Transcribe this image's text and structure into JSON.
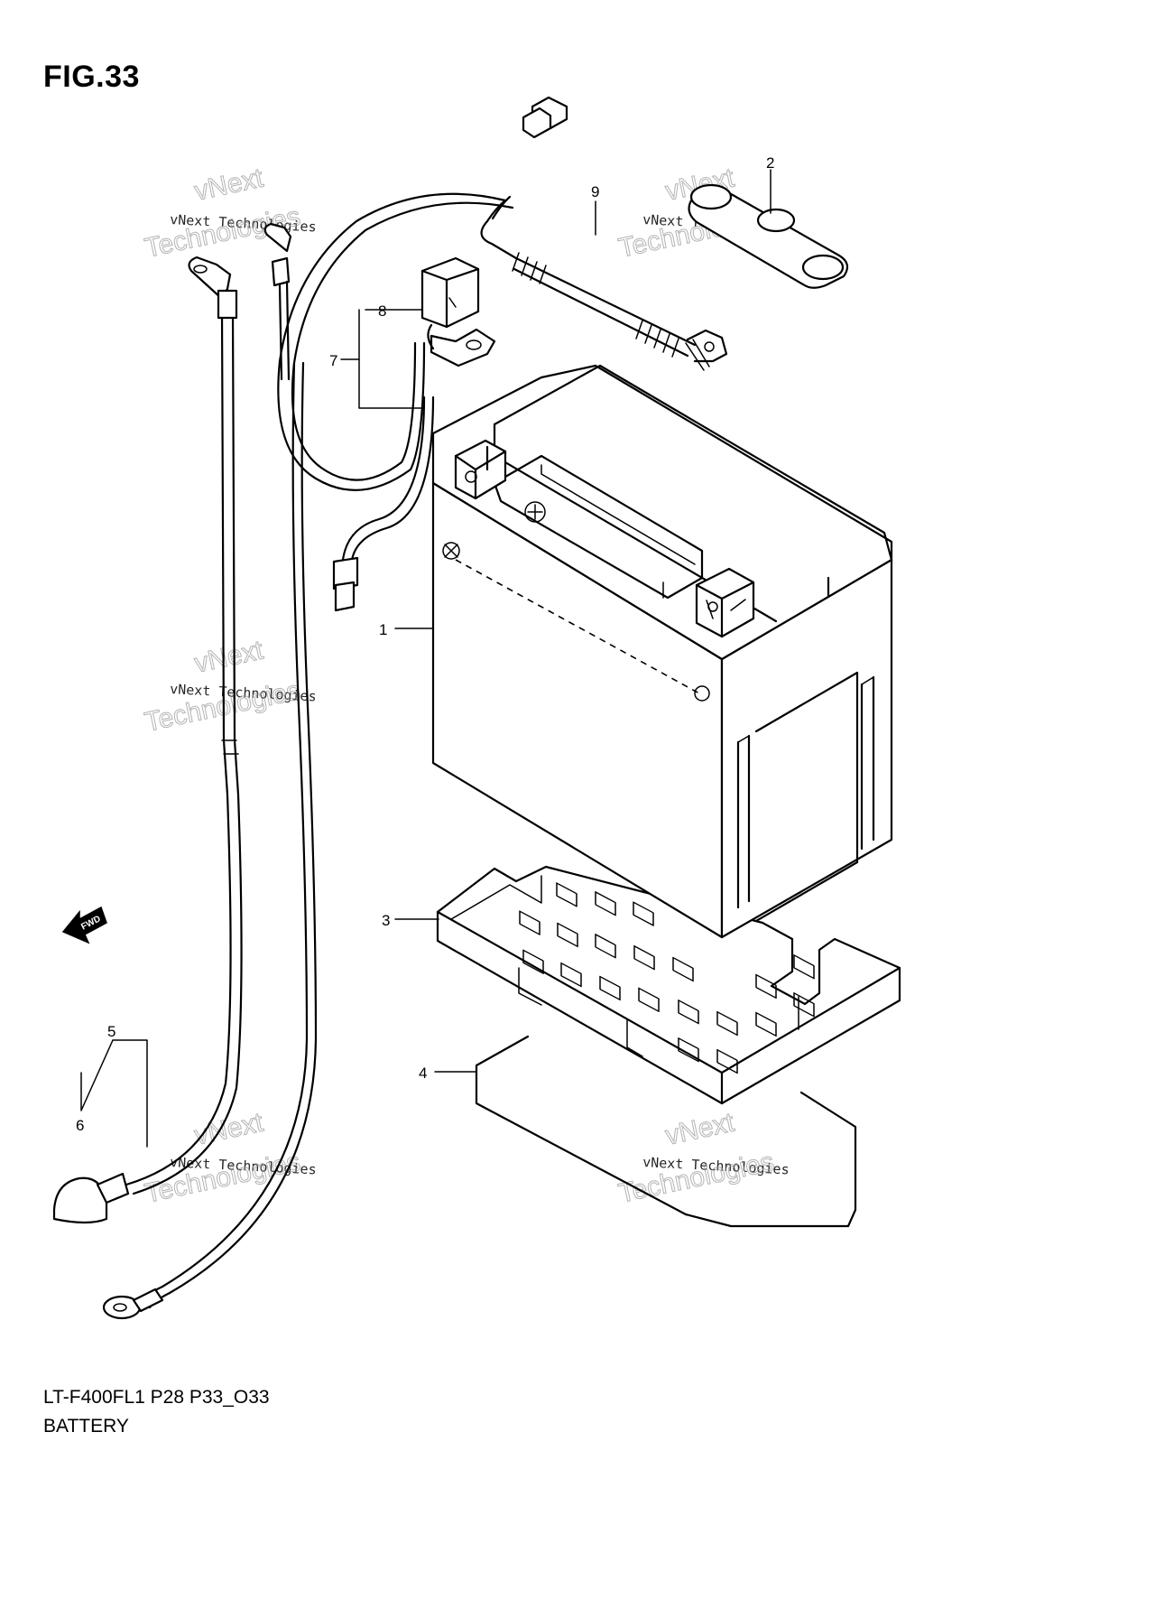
{
  "figure": {
    "title": "FIG.33"
  },
  "callouts": {
    "c1": "1",
    "c2": "2",
    "c3": "3",
    "c4": "4",
    "c5": "5",
    "c6": "6",
    "c7": "7",
    "c8": "8",
    "c9": "9"
  },
  "footer": {
    "model_code": "LT-F400FL1 P28 P33_O33",
    "caption": "BATTERY"
  },
  "direction_arrow": {
    "label": "FWD"
  },
  "watermark": {
    "line1": "vNext",
    "line2": "vNext Technologies",
    "line3": "Technologies"
  }
}
